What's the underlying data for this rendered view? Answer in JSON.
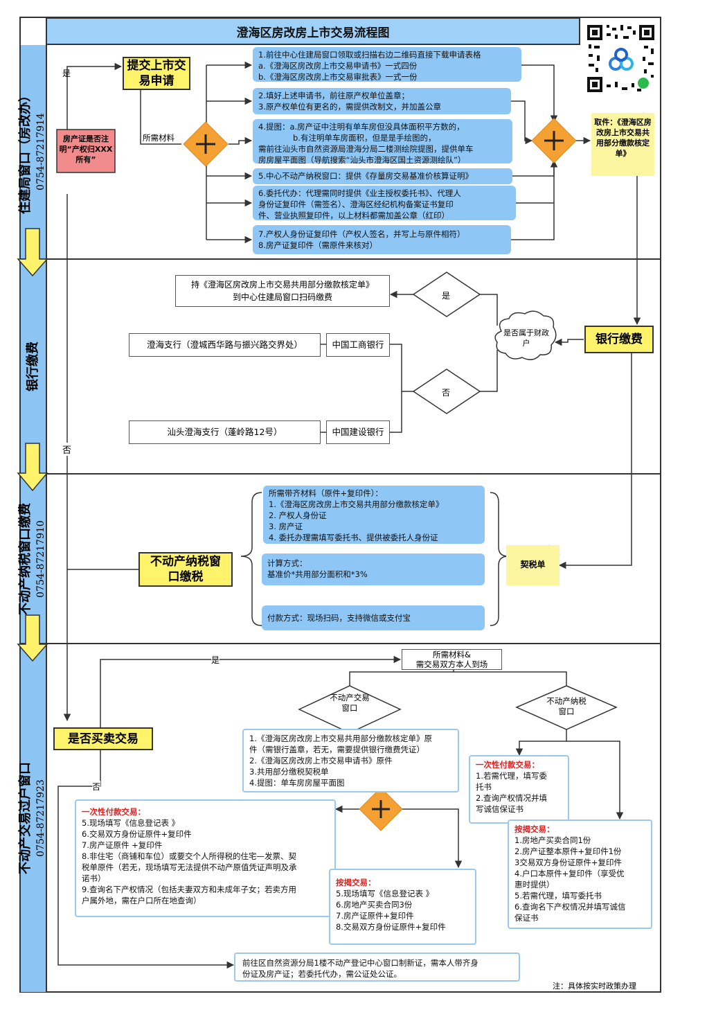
{
  "title": "澄海区房改房上市交易流程图",
  "lanes": [
    {
      "name": "住建局窗口（房改办）",
      "phone": "0754-87217914"
    },
    {
      "name": "银行缴费",
      "phone": ""
    },
    {
      "name": "不动产纳税窗口缴费",
      "phone": "0754-87217910"
    },
    {
      "name": "不动产交易过户窗口",
      "phone": "0754-87217923"
    }
  ],
  "lane1": {
    "yes_label": "是",
    "submit": "提交上市交易申请",
    "cert_check": "房产证是否注明“产权归XXX所有”",
    "materials_label": "所需材料",
    "step1": [
      "1.前往中心住建局窗口领取或扫描右边二维码直接下载申请表格",
      "a.《澄海区房改房上市交易申请书》一式四份",
      "b.《澄海区房改房上市交易审批表》一式一份"
    ],
    "step2": [
      "2.填好上述申请书，前往原产权单位盖章；",
      "3.原产权单位有更名的，需提供改制文，并加盖公章"
    ],
    "step4": [
      "4.提图：a.房产证中注明有单车房但没具体面积平方数的，",
      "b.有注明单车房面积，但是是手绘图的，",
      "需前往汕头市自然资源局澄海分局二楼测绘院提图，提供单车",
      "房房屋平面图（导航搜索“汕头市澄海区国土资源测绘队”）"
    ],
    "step5": "5.中心不动产纳税窗口：提供《存量房交易基准价核算证明》",
    "step6": [
      "6.委托代办：代理需同时提供《业主授权委托书》、代理人",
      "身份证复印件（需签名）、澄海区经纪机构备案证书复印",
      "件、营业执照复印件，以上材料都需加盖公章（红印）"
    ],
    "step7": [
      "7.产权人身份证复印件（产权人签名，并写上与原件相符）",
      "8.房产证复印件（需原件来核对）"
    ],
    "pickup": "取件：《澄海区房改房上市交易共用部分缴款核定单》"
  },
  "lane2": {
    "pay_note": [
      "持《澄海区房改房上市交易共用部分缴款核定单》",
      "到中心住建局窗口扫码缴费"
    ],
    "yes": "是",
    "no": "否",
    "cloud": "是否属于财政户",
    "bank_pay": "银行缴费",
    "branch1": "澄海支行（澄城西华路与振兴路交界处）",
    "bank1": "中国工商银行",
    "branch2": "汕头澄海支行（蓬岭路12号）",
    "bank2": "中国建设银行",
    "left_no": "否"
  },
  "lane3": {
    "tax_window": "不动产纳税窗口缴税",
    "materials": [
      "所需带齐材料（原件+复印件）：",
      "1.《澄海区房改房上市交易共用部分缴款核定单》",
      "2. 产权人身份证",
      "3. 房产证",
      "4. 委托办理需填写委托书、提供被委托人身份证"
    ],
    "calc": [
      "计算方式：",
      "基准价*共用部分面积和*3%"
    ],
    "payment": "付款方式：现场扫码，支持微信或支付宝",
    "tax_bill": "契税单"
  },
  "lane4": {
    "yes": "是",
    "no": "否",
    "is_sale": "是否买卖交易",
    "need": [
      "所需材料&",
      "需交易双方本人到场"
    ],
    "trade_window": [
      "不动产交易",
      "窗口"
    ],
    "tax_window": [
      "不动产纳税",
      "窗口"
    ],
    "docs": [
      "1.《澄海区房改房上市交易共用部分缴款核定单》原",
      "件（需银行盖章，若无，需要提供银行缴费凭证）",
      "2.《澄海区房改房上市交易申请书》原件",
      "3.共用部分缴税契税单",
      "4.提图：单车房房屋平面图"
    ],
    "tax_once_title": "一次性付款交易：",
    "tax_once": [
      "1.若需代理，填写委",
      "托书",
      "2.查询产权情况并填",
      "写诚信保证书"
    ],
    "tax_mort_title": "按揭交易：",
    "tax_mort": [
      "1.房地产买卖合同1份",
      "2.房产证整本原件+复印件1份",
      "3交易双方身份证原件+复印件",
      "4.户口本原件+复印件（享受优",
      "惠时提供）",
      "5.若需代理，填写委托书",
      "6.查询名下产权情况并填写诚信",
      "保证书"
    ],
    "once_title": "一次性付款交易：",
    "once": [
      "5.现场填写《信息登记表 》",
      "6.交易双方身份证原件+复印件",
      "7.房产证原件 +复印件",
      "8.非住宅（商铺和车位）或要交个人所得税的住宅—发票、契",
      "税单原件（若无，现场填写无法提供不动产原值凭证声明及承",
      "诺书）",
      "9.查询名下产权情况（包括夫妻双方和未成年子女；若卖方用",
      "户属外地，需在户口所在地查询）"
    ],
    "mort_title": "按揭交易：",
    "mort": [
      "5.现场填写《信息登记表 》",
      "6.房地产买卖合同3份",
      "7.房产证原件+复印件",
      "8.交易双方身份证原件+复印件"
    ],
    "final": [
      "前往区自然资源分局1楼不动产登记中心窗口制新证，需本人带齐身",
      "份证及房产证；若委托代办，需公证处公证。"
    ],
    "footnote": "注：具体按实时政策办理"
  },
  "colors": {
    "lane": "#8cc4f4",
    "blue_box": "#8ec6f5",
    "yellow": "#fff36b",
    "orange": "#f5a033",
    "pink": "#f28b8b"
  },
  "icons": [
    "plus-icon",
    "qr-code-icon",
    "down-arrow-icon"
  ]
}
